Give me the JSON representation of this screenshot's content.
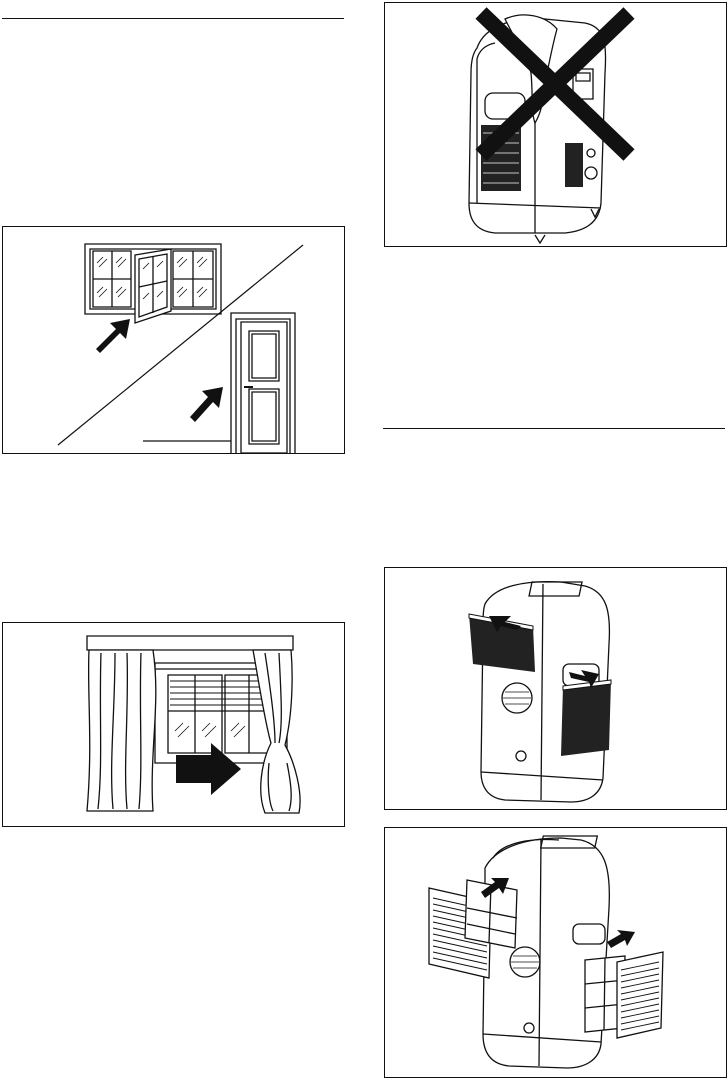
{
  "document": {
    "sections": [
      {
        "name": "left-top-section"
      },
      {
        "name": "right-middle-section"
      }
    ],
    "figures": [
      {
        "subject": "ventilation-window-and-door"
      },
      {
        "subject": "curtain-shading-window"
      },
      {
        "subject": "do-not-cover-appliance"
      },
      {
        "subject": "remove-rear-grilles"
      },
      {
        "subject": "remove-filters-from-grilles"
      }
    ]
  }
}
